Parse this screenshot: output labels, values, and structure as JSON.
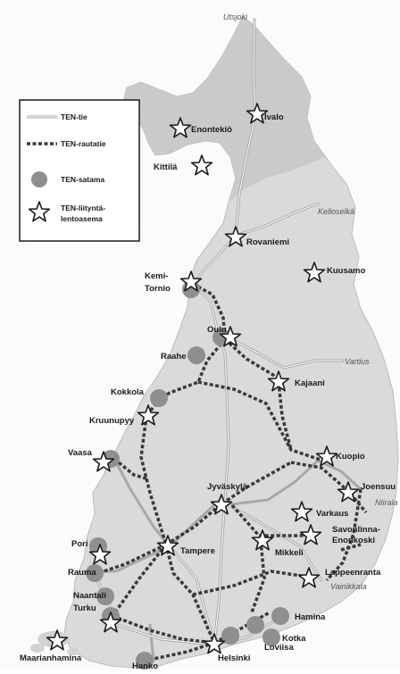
{
  "legend": {
    "road": "TEN-tie",
    "rail": "TEN-rautatie",
    "port": "TEN-satama",
    "airport_line1": "TEN-liityntä-",
    "airport_line2": "lentoasema"
  },
  "borders": {
    "utsjoki": "Utsjoki",
    "kelloselka": "Kelloselkä",
    "vartius": "Vartius",
    "niirala": "Niirala",
    "vainikkala": "Vainikkala"
  },
  "places": {
    "ivalo": "Ivalo",
    "enontekio": "Enontekiö",
    "kittila": "Kittilä",
    "rovaniemi": "Rovaniemi",
    "kuusamo": "Kuusamo",
    "kemi_tornio_1": "Kemi-",
    "kemi_tornio_2": "Tornio",
    "oulu": "Oulu",
    "raahe": "Raahe",
    "kajaani": "Kajaani",
    "kokkola": "Kokkola",
    "kruunupyy": "Kruunupyy",
    "vaasa": "Vaasa",
    "kuopio": "Kuopio",
    "joensuu": "Joensuu",
    "jyvaskyla": "Jyväskylä",
    "varkaus": "Varkaus",
    "savonlinna_1": "Savonlinna-",
    "savonlinna_2": "Enonkoski",
    "pori": "Pori",
    "tampere": "Tampere",
    "mikkeli": "Mikkeli",
    "rauma": "Rauma",
    "lappeenranta": "Lappeenranta",
    "naantali": "Naantali",
    "turku": "Turku",
    "hamina": "Hamina",
    "kotka": "Kotka",
    "loviisa": "Loviisa",
    "maarianhamina": "Maarianhamina",
    "hanko": "Hanko",
    "helsinki": "Helsinki"
  },
  "colors": {
    "land": "#dcdcdc",
    "land_north": "#cbcbcb",
    "road": "#a8a8a8",
    "rail": "#3a3a3a",
    "port": "#8f8f8f"
  }
}
